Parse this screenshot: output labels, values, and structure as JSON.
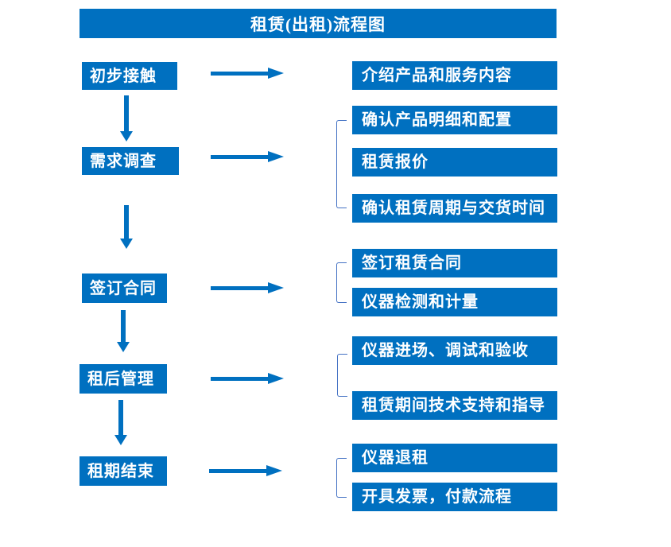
{
  "title": "租赁(出租)流程图",
  "colors": {
    "primary_blue": "#0070C0",
    "bracket_blue": "#4472C4",
    "text_white": "#FFFFFF",
    "background": "#FFFFFF"
  },
  "stages": [
    {
      "step": "初步接触",
      "details": [
        "介绍产品和服务内容"
      ]
    },
    {
      "step": "需求调查",
      "details": [
        "确认产品明细和配置",
        "租赁报价",
        "确认租赁周期与交货时间"
      ]
    },
    {
      "step": "签订合同",
      "details": [
        "签订租赁合同",
        "仪器检测和计量"
      ]
    },
    {
      "step": "租后管理",
      "details": [
        "仪器进场、调试和验收",
        "租赁期间技术支持和指导"
      ]
    },
    {
      "step": "租期结束",
      "details": [
        "仪器退租",
        "开具发票，付款流程"
      ]
    }
  ]
}
